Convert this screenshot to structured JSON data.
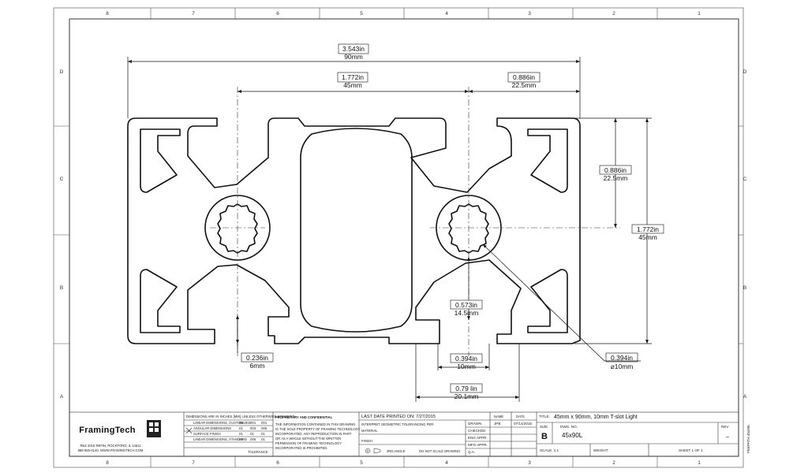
{
  "zones": {
    "columns": [
      "8",
      "7",
      "6",
      "5",
      "4",
      "3",
      "2",
      "1"
    ],
    "rows": [
      "D",
      "C",
      "B",
      "A"
    ]
  },
  "dimensions": {
    "overall_width": {
      "inch": "3.543in",
      "mm": "90mm"
    },
    "center_spacing": {
      "inch": "1.772in",
      "mm": "45mm"
    },
    "half_width": {
      "inch": "0.886in",
      "mm": "22.5mm"
    },
    "half_height": {
      "inch": "0.886in",
      "mm": "22.5mm"
    },
    "overall_height": {
      "inch": "1.772in",
      "mm": "45mm"
    },
    "slot_depth": {
      "inch": "0.573in",
      "mm": "14.5mm"
    },
    "lip_thickness": {
      "inch": "0.236in",
      "mm": "6mm"
    },
    "slot_opening": {
      "inch": "0.394in",
      "mm": "10mm"
    },
    "slot_width": {
      "inch": "0.79 lin",
      "mm": "20.1mm"
    },
    "bore_diameter": {
      "inch": "0.394in",
      "mm": "⌀10mm"
    }
  },
  "title_block": {
    "logo": "FramingTech",
    "address_line_1": "REZ 2015 REFIN, ROCKFORD, IL 14611",
    "address_line_2": "888-555-0140, WWW.FRAMINGTECH.COM",
    "tolerance_header": "DIMENSIONS ARE IN INCHES [MM], UNLESS OTHERWISE SPECIFIED",
    "tolerance_rows": [
      {
        "label": "LINEAR DIMENSIONS, CUSTOMIZED",
        "a": ".01",
        "b": ".001",
        "c": ".001"
      },
      {
        "label": "ANGULAR DIMENSIONS",
        "a": ".01",
        "b": ".003",
        "c": ".005"
      },
      {
        "label": "SURFACE FINISH",
        "a": ".01",
        "b": ".01",
        "c": ".01"
      },
      {
        "label": "LINEAR DIMENSIONS, STANDARD",
        "a": ".01",
        "b": ".005",
        "c": ".01"
      }
    ],
    "tolerance_note": "TOLERANCE",
    "proprietary_title": "PROPRIETARY AND CONFIDENTIAL",
    "proprietary_text": [
      "THE INFORMATION CONTAINED IN THIS DRAWING",
      "IS THE SOLE PROPERTY OF FRAMING TECHNOLOGY",
      "INCORPORATED. ANY REPRODUCTION IN PART",
      "OR AS A WHOLE WITHOUT THE WRITTEN",
      "PERMISSION OF FRAMING TECHNOLOGY",
      "INCORPORATED IS PROHIBITED."
    ],
    "last_printed": "LAST DATE PRINTED ON: 7/27/2015",
    "interpret_note": "INTERPRET GEOMETRIC TOLERANCING PER:",
    "material_label": "MATERIAL",
    "finish_label": "FINISH",
    "third_angle": "3RD ANGLE",
    "no_scale": "DO NOT SCALE DRAWING",
    "name_label": "NAME",
    "date_label": "DATE",
    "drawn_label": "DRAWN",
    "drawn_name": "JPB",
    "drawn_date": "07/14/2015",
    "checked_label": "CHECKED",
    "eng_label": "ENG APPR.",
    "mfg_label": "MFG APPR.",
    "qa_label": "Q.A.",
    "title_label": "TITLE:",
    "title": "45mm x 90mm, 10mm T-slot Light",
    "size_label": "SIZE",
    "size": "B",
    "dwg_label": "DWG. NO.",
    "dwg_no": "45x90L",
    "rev_label": "REV",
    "rev": "–",
    "scale": "SCALE: 1:1",
    "weight": "WEIGHT:",
    "sheet": "SHEET 1 OF 1",
    "side_label": "FEEPATH.45x90L"
  }
}
